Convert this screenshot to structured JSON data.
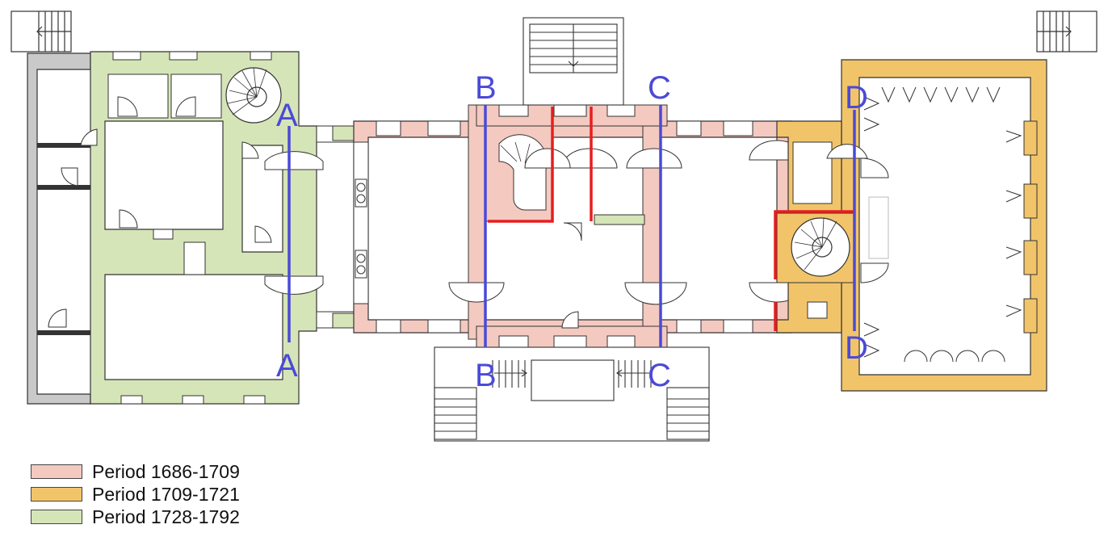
{
  "colors": {
    "period_1686": "#f4c9c0",
    "period_1709": "#f2c46a",
    "period_1728": "#d6e5b8",
    "later": "#c9c9c9",
    "section_line": "#4a4ad8",
    "red_wall": "#e61e1e",
    "outline": "#333333"
  },
  "section_markers": [
    {
      "id": "A",
      "top_label": "A",
      "bottom_label": "A"
    },
    {
      "id": "B",
      "top_label": "B",
      "bottom_label": "B"
    },
    {
      "id": "C",
      "top_label": "C",
      "bottom_label": "C"
    },
    {
      "id": "D",
      "top_label": "D",
      "bottom_label": "D"
    }
  ],
  "legend": [
    {
      "label": "Period 1686-1709",
      "color": "#f4c9c0"
    },
    {
      "label": "Period 1709-1721",
      "color": "#f2c46a"
    },
    {
      "label": "Period 1728-1792",
      "color": "#d6e5b8"
    }
  ]
}
